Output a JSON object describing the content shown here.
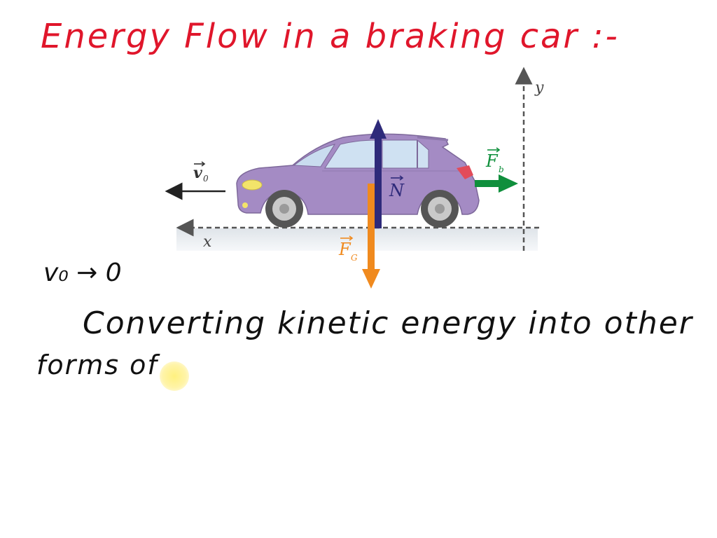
{
  "title": "Energy Flow in a braking car :-",
  "notes": {
    "line1": "v₀ → 0",
    "line2": "Converting kinetic energy into other",
    "line3": "forms of"
  },
  "diagram": {
    "labels": {
      "v0": "v",
      "v0_sub": "0",
      "x_axis": "x",
      "y_axis": "y",
      "normal": "N",
      "fb": "F",
      "fb_sub": "b",
      "fg": "F",
      "fg_sub": "G"
    },
    "colors": {
      "title": "#e0162b",
      "car_body": "#a48bc4",
      "normal_force": "#2e2a7a",
      "braking_force": "#0f8f3c",
      "gravity_force": "#f08a1e",
      "axis": "#555555"
    }
  }
}
